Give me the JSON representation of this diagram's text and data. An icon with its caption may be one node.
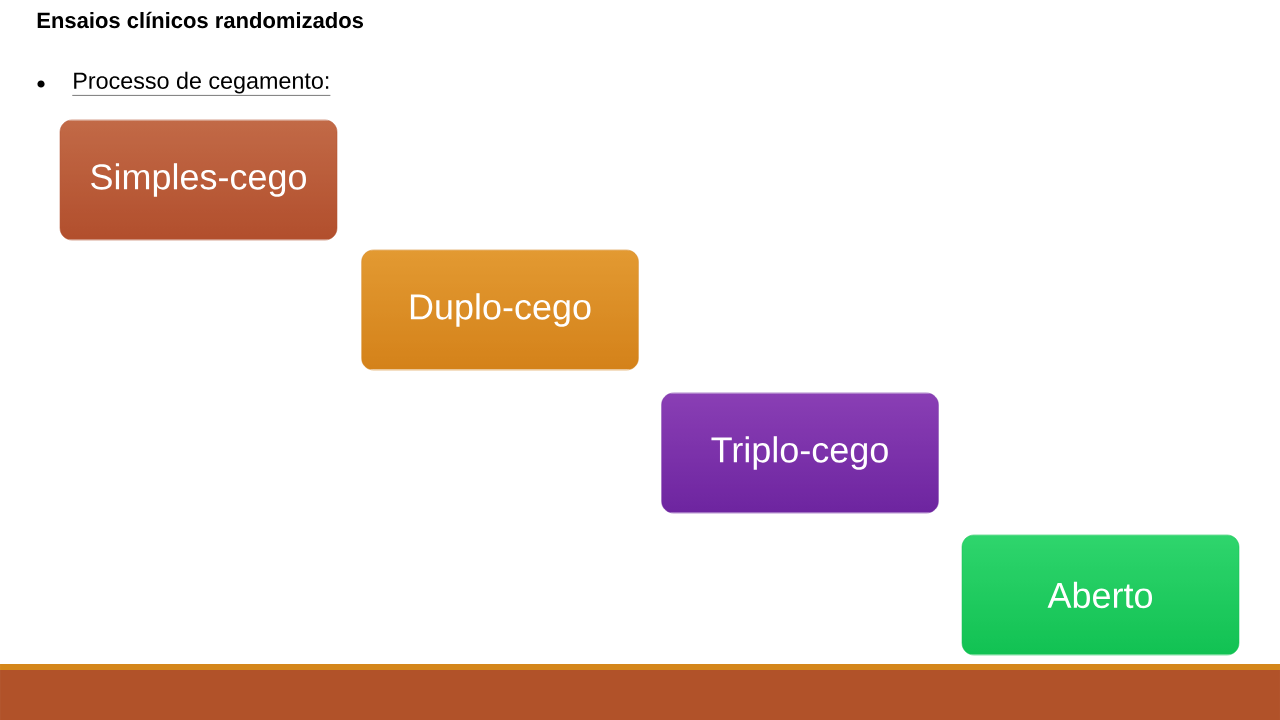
{
  "diagram": {
    "title": "Ensaios clínicos randomizados",
    "nodes": [
      {
        "text": [
          "Simples-cego"
        ]
      },
      {
        "text": [
          "Duplo-cego"
        ]
      },
      {
        "text": [
          "Triplo-cego"
        ]
      },
      {
        "text": [
          "Aberto"
        ]
      }
    ],
    "labels": [
      "Processo de cegamento:"
    ]
  }
}
